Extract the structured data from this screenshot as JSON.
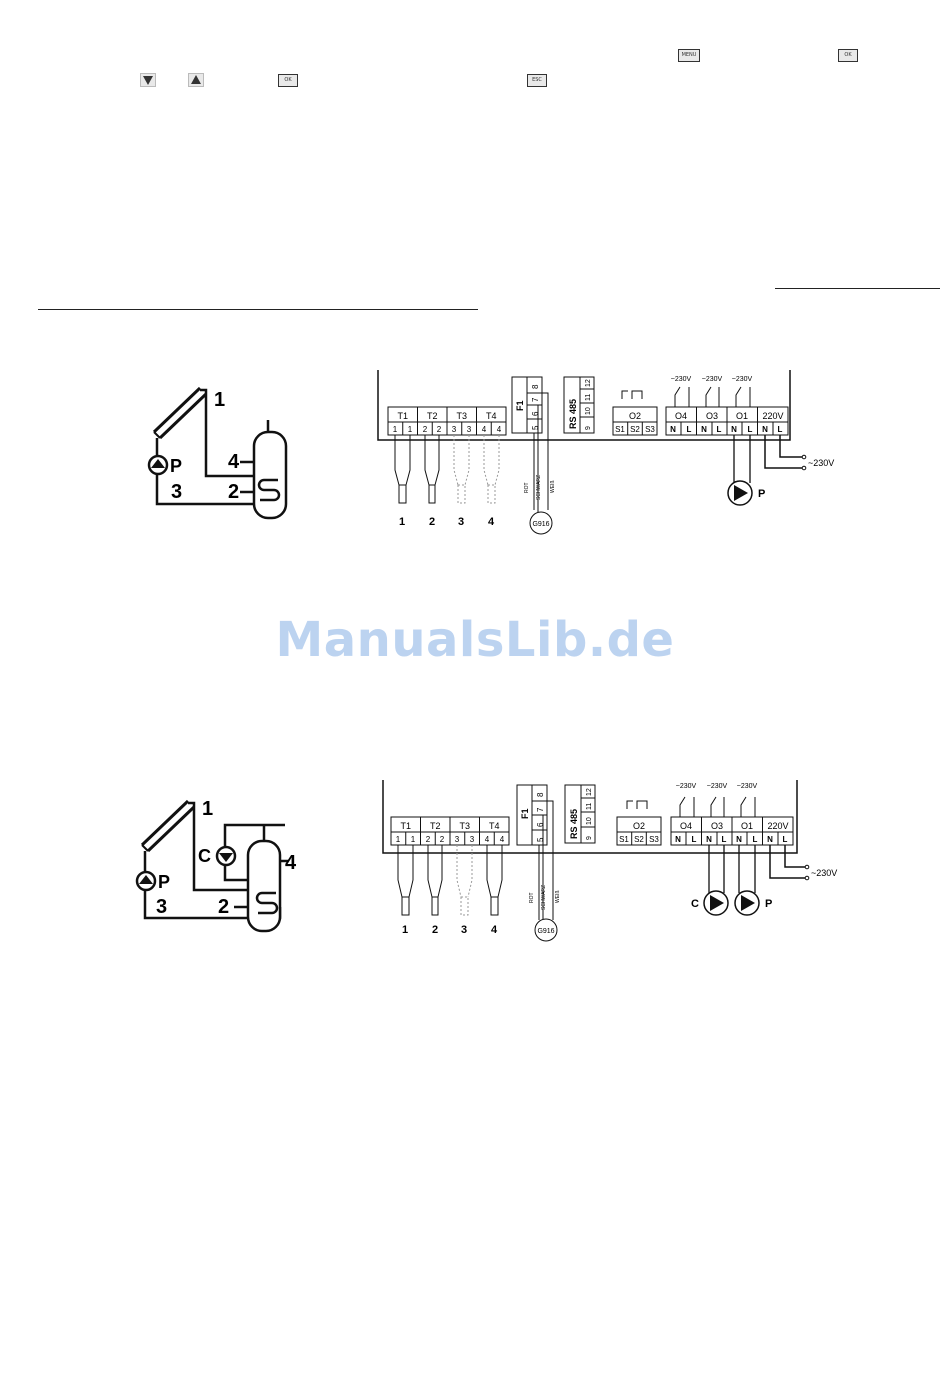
{
  "buttons": {
    "menu": "MENU",
    "ok": "OK",
    "esc": "ESC"
  },
  "watermark": "ManualsLib.de",
  "diagrams": [
    {
      "scheme_labels": {
        "collector": "1",
        "tank_bottom": "2",
        "return": "3",
        "tank_top": "4",
        "pump": "P"
      },
      "terminal_blocks": [
        "T1",
        "T2",
        "T3",
        "T4"
      ],
      "terminal_numbers": [
        "1",
        "1",
        "2",
        "2",
        "3",
        "3",
        "4",
        "4"
      ],
      "f1_label": "F1",
      "f1_pins_top": [
        "8",
        "7"
      ],
      "f1_pins_bottom": [
        "5",
        "6"
      ],
      "rs485_label": "RS 485",
      "rs485_pins": [
        "9",
        "10",
        "11",
        "12"
      ],
      "o2_label": "O2",
      "o2_pins": [
        "S1",
        "S2",
        "S3"
      ],
      "outputs": [
        "O4",
        "O3",
        "O1",
        "220V"
      ],
      "output_pins": [
        "N",
        "L",
        "N",
        "L",
        "N",
        "L",
        "N",
        "L"
      ],
      "output_voltages": [
        "~230V",
        "~230V",
        "~230V"
      ],
      "mains_label": "~230V",
      "wire_colors": [
        "ROT",
        "SCHWARZ",
        "WEIß"
      ],
      "sensor_label": "G916",
      "probe_labels": [
        "1",
        "2",
        "3",
        "4"
      ],
      "pump_labels": [
        "P"
      ]
    },
    {
      "scheme_labels": {
        "collector": "1",
        "tank_bottom": "2",
        "return": "3",
        "tank_top": "4",
        "pump": "P",
        "circ": "C"
      },
      "terminal_blocks": [
        "T1",
        "T2",
        "T3",
        "T4"
      ],
      "terminal_numbers": [
        "1",
        "1",
        "2",
        "2",
        "3",
        "3",
        "4",
        "4"
      ],
      "f1_label": "F1",
      "f1_pins_top": [
        "8",
        "7"
      ],
      "f1_pins_bottom": [
        "5",
        "6"
      ],
      "rs485_label": "RS 485",
      "rs485_pins": [
        "9",
        "10",
        "11",
        "12"
      ],
      "o2_label": "O2",
      "o2_pins": [
        "S1",
        "S2",
        "S3"
      ],
      "outputs": [
        "O4",
        "O3",
        "O1",
        "220V"
      ],
      "output_pins": [
        "N",
        "L",
        "N",
        "L",
        "N",
        "L",
        "N",
        "L"
      ],
      "output_voltages": [
        "~230V",
        "~230V",
        "~230V"
      ],
      "mains_label": "~230V",
      "wire_colors": [
        "ROT",
        "SCHWARZ",
        "WEIß"
      ],
      "sensor_label": "G916",
      "probe_labels": [
        "1",
        "2",
        "3",
        "4"
      ],
      "pump_labels": [
        "C",
        "P"
      ]
    }
  ]
}
